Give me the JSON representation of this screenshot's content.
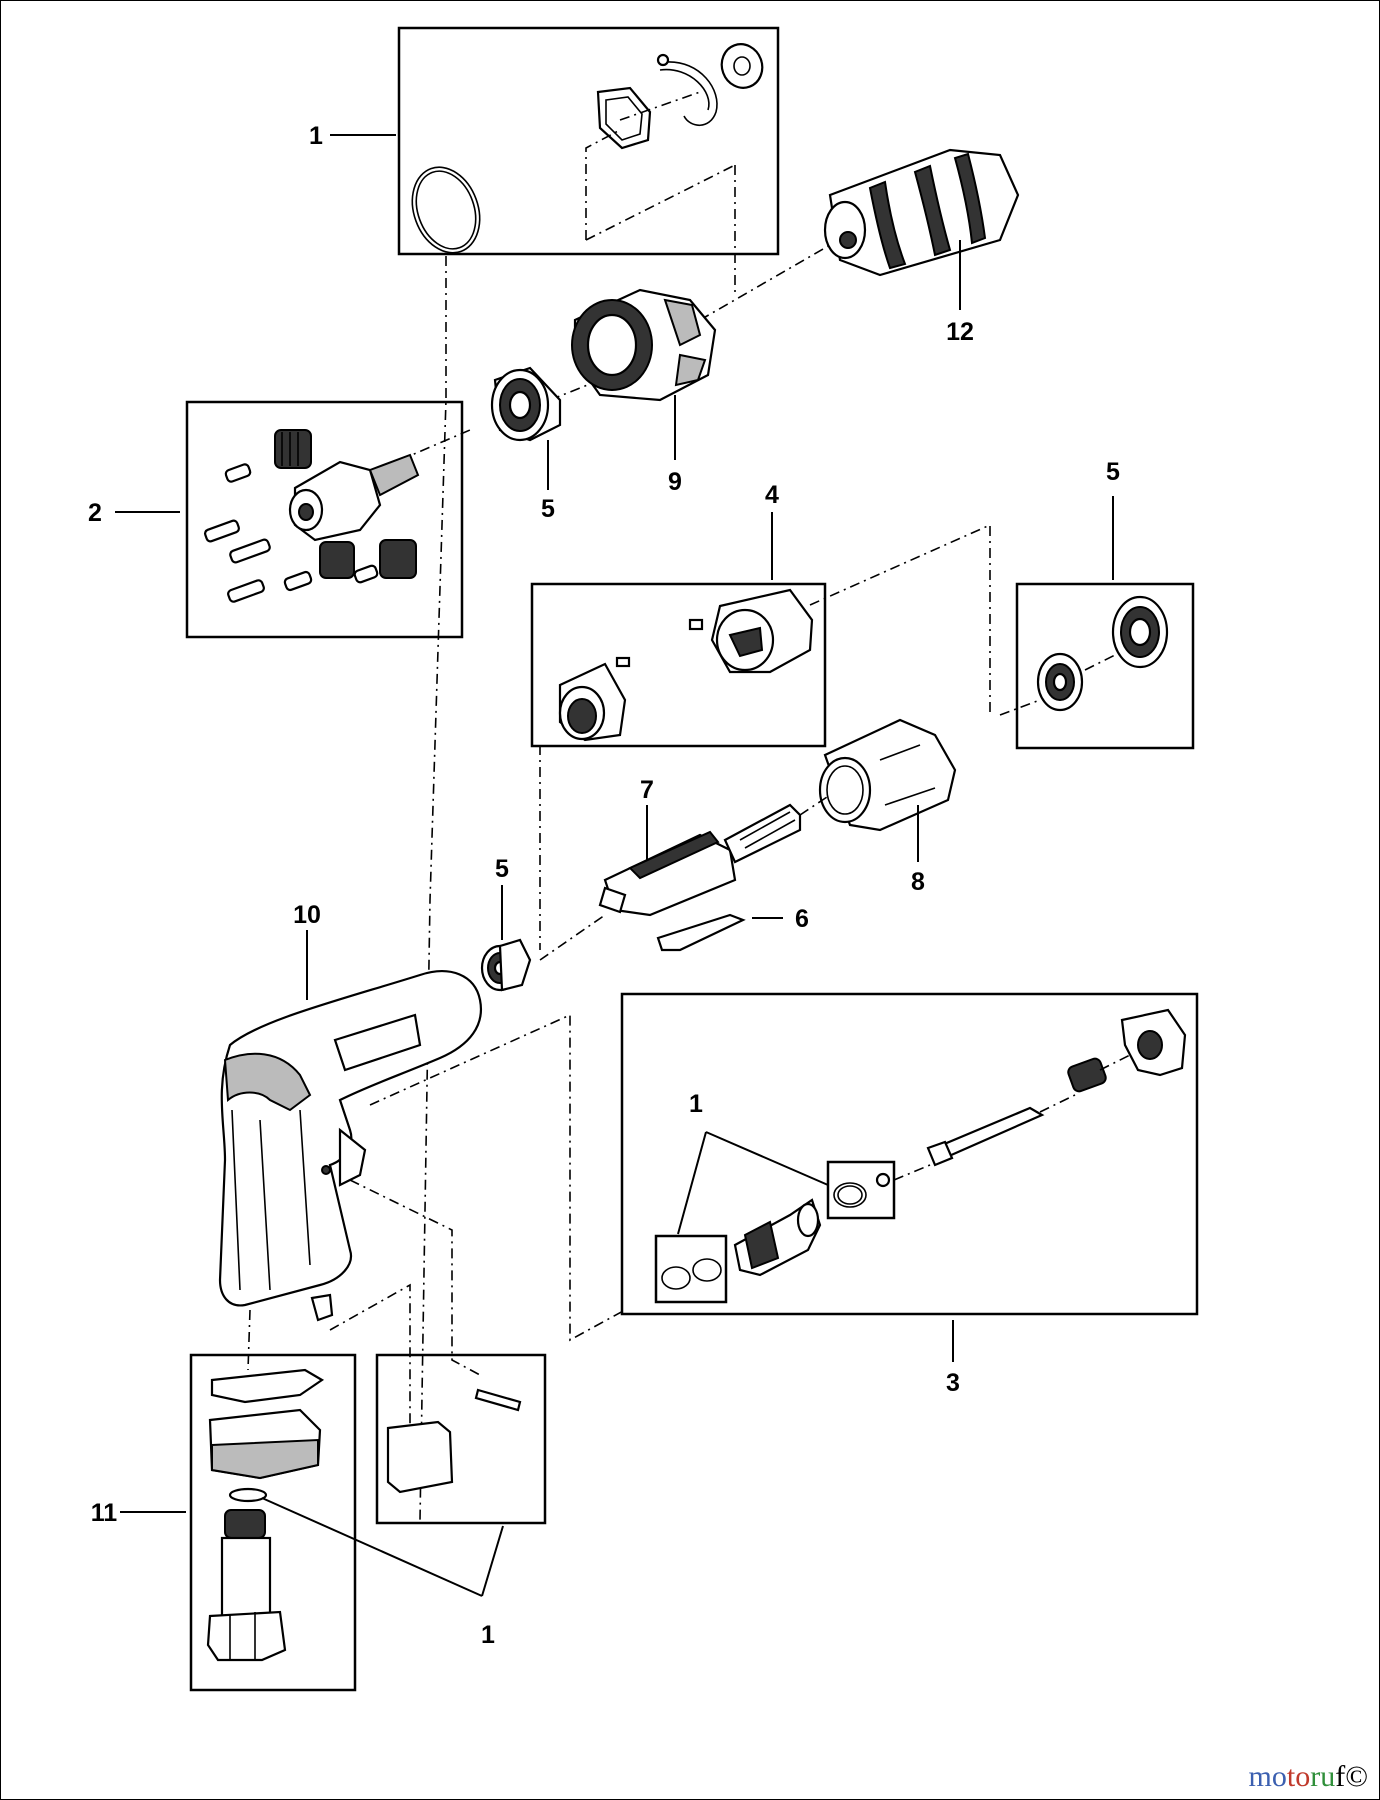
{
  "diagram": {
    "labels": {
      "p1_top": "1",
      "p2": "2",
      "p5_a": "5",
      "p9": "9",
      "p12": "12",
      "p4": "4",
      "p5_b": "5",
      "p7": "7",
      "p8": "8",
      "p5_c": "5",
      "p10": "10",
      "p6": "6",
      "p1_mid": "1",
      "p3": "3",
      "p11": "11",
      "p1_bottom": "1"
    }
  },
  "watermark": {
    "part1": "mo",
    "part2": "to",
    "part3": "ru",
    "part4": "f©"
  }
}
